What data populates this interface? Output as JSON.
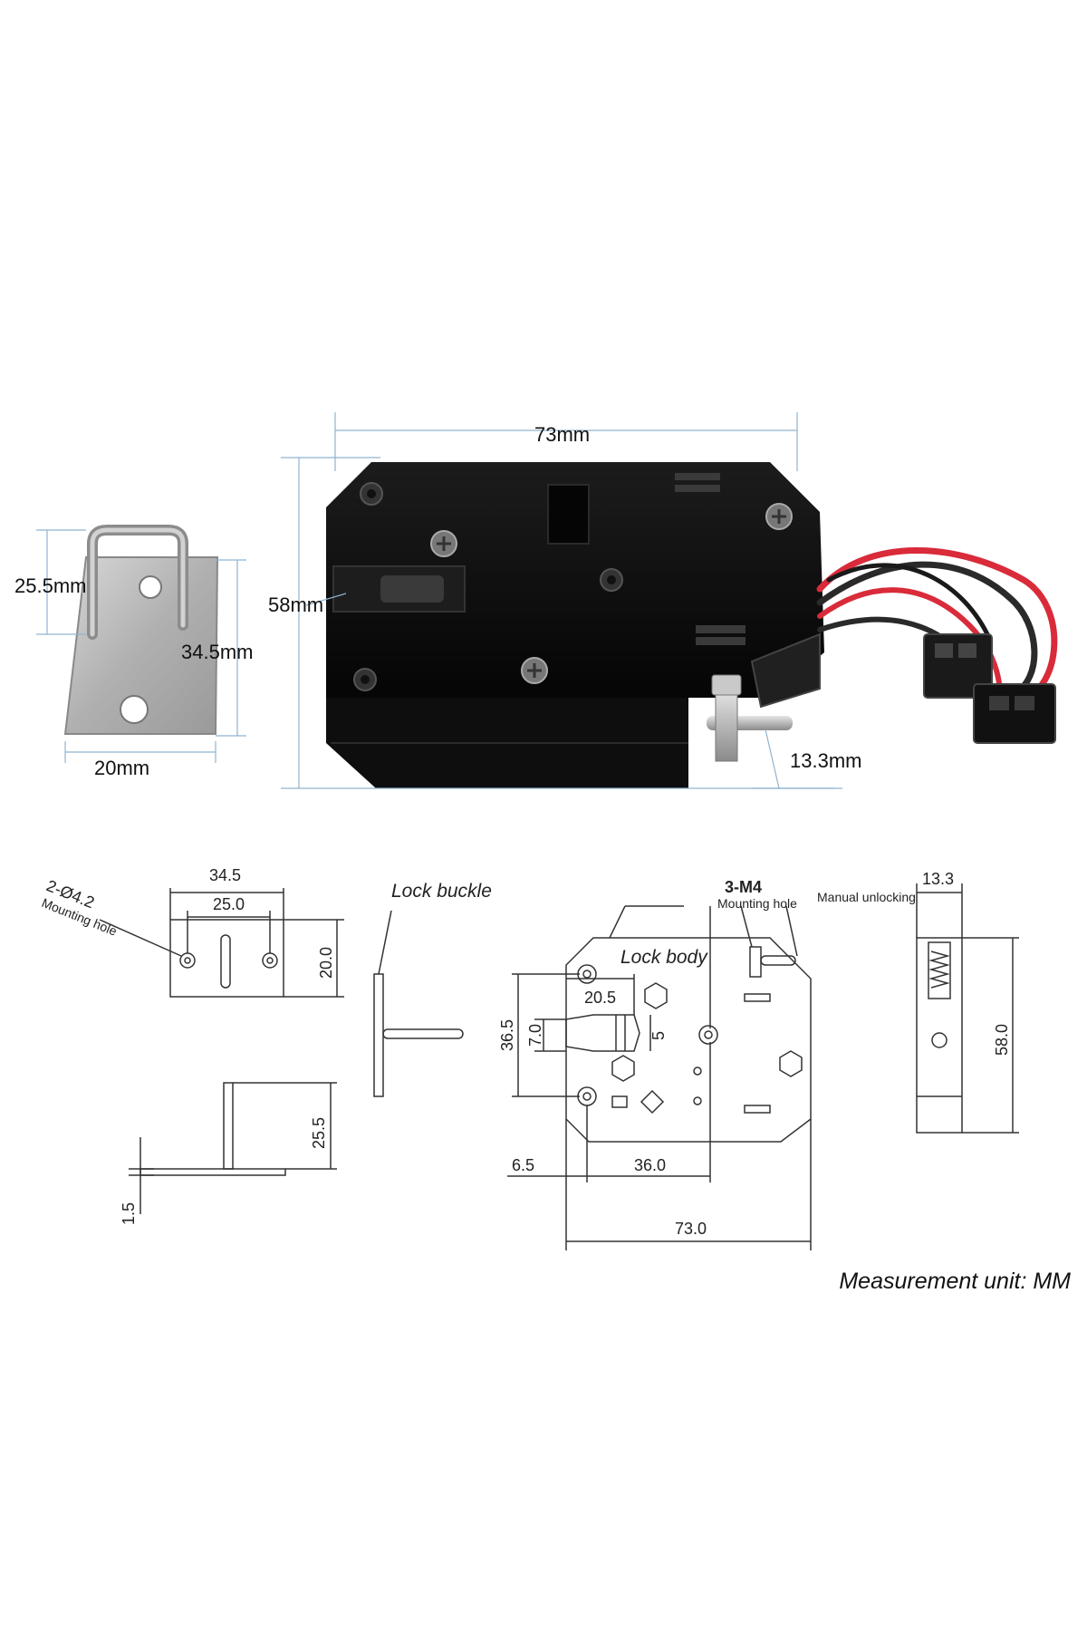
{
  "photo": {
    "body_width": "73mm",
    "body_height": "58mm",
    "buckle_height": "25.5mm",
    "buckle_plate_height": "34.5mm",
    "buckle_width": "20mm",
    "latch_offset": "13.3mm"
  },
  "drawing": {
    "buckle_plate": {
      "width": "34.5",
      "hole_spacing": "25.0",
      "height": "20.0",
      "hole_spec": "2-Ø4.2",
      "hole_caption": "Mounting hole"
    },
    "buckle_side": {
      "title": "Lock buckle",
      "height": "25.5",
      "thickness": "1.5"
    },
    "lock_body": {
      "title": "Lock body",
      "hole_spec": "3-M4",
      "hole_caption": "Mounting hole",
      "manual_caption": "Manual unlocking",
      "slot_depth": "20.5",
      "slot_height": "7.0",
      "slot_gap": "5",
      "hole_height": "36.5",
      "left_offset": "6.5",
      "hole_offset": "36.0",
      "overall_width": "73.0"
    },
    "side_view": {
      "latch_width": "13.3",
      "height": "58.0"
    }
  },
  "footer": {
    "unit_note": "Measurement unit: MM"
  },
  "colors": {
    "lock_body": "#111111",
    "steel": "#b9b9b9",
    "wire_red": "#d92b3a",
    "wire_black": "#2a2a2a",
    "dimension_line": "#8fb3d0",
    "drawing_line": "#333333"
  }
}
